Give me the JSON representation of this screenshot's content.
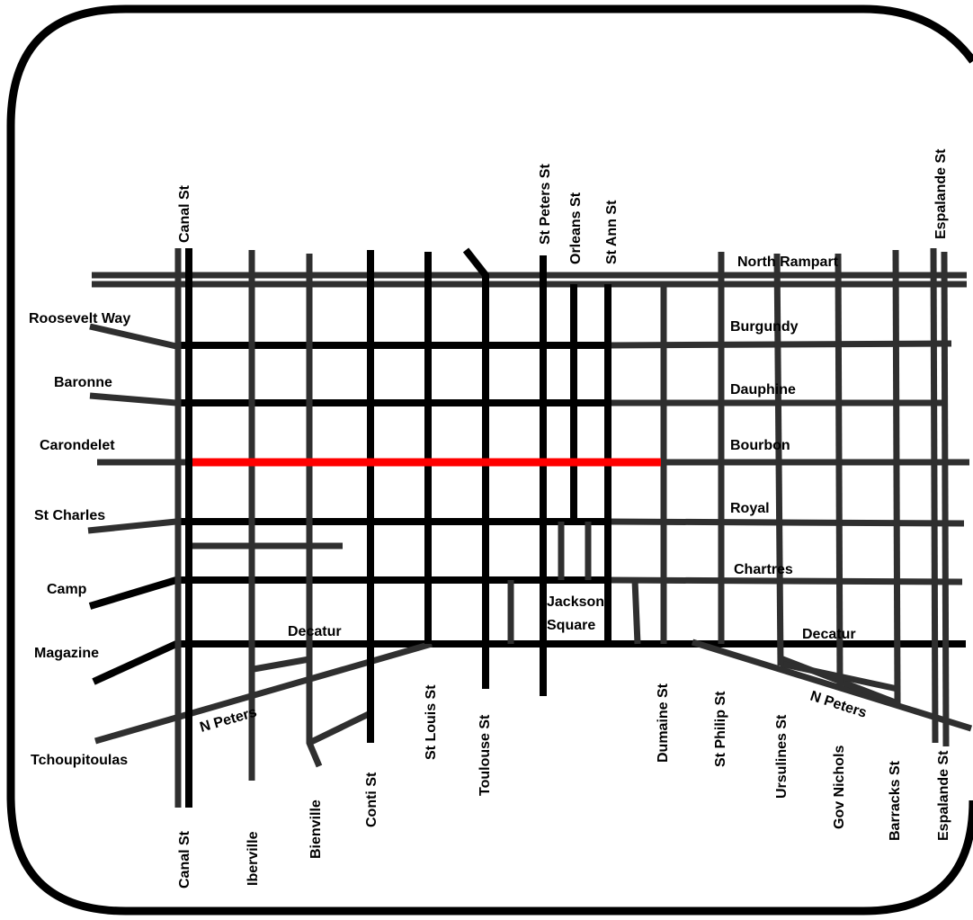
{
  "streets_horizontal": {
    "north_rampart": "North Rampart",
    "burgundy": "Burgundy",
    "dauphine": "Dauphine",
    "bourbon": "Bourbon",
    "royal": "Royal",
    "chartres": "Chartres",
    "decatur_left": "Decatur",
    "decatur_right": "Decatur",
    "n_peters_left": "N Peters",
    "n_peters_right": "N Peters"
  },
  "streets_west": {
    "roosevelt_way": "Roosevelt Way",
    "baronne": "Baronne",
    "carondelet": "Carondelet",
    "st_charles": "St Charles",
    "camp": "Camp",
    "magazine": "Magazine",
    "tchoupitoulas": "Tchoupitoulas"
  },
  "streets_vertical_top": {
    "canal": "Canal St",
    "st_peters": "St Peters St",
    "orleans": "Orleans St",
    "st_ann": "St Ann St",
    "espalande": "Espalande St"
  },
  "streets_vertical_bottom": {
    "canal": "Canal St",
    "iberville": "Iberville",
    "bienville": "Bienville",
    "conti": "Conti St",
    "st_louis": "St Louis St",
    "toulouse": "Toulouse St",
    "dumaine": "Dumaine St",
    "st_philip": "St Philip St",
    "ursulines": "Ursulines St",
    "gov_nichols": "Gov Nichols",
    "barracks": "Barracks St",
    "espalande": "Espalande St"
  },
  "landmarks": {
    "jackson_square_line1": "Jackson",
    "jackson_square_line2": "Square"
  },
  "highlight": {
    "street": "Bourbon",
    "color": "#ff0000"
  },
  "colors": {
    "street_primary": "#000000",
    "street_secondary": "#2f2f2f",
    "frame": "#000000"
  }
}
